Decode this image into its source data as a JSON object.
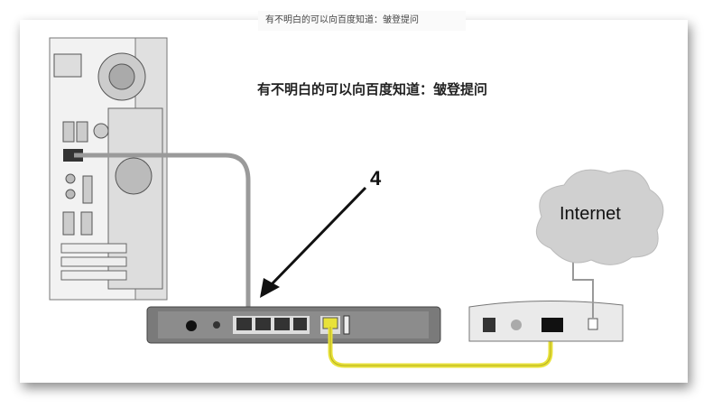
{
  "watermark_text": "有不明白的可以向百度知道：皱登提问",
  "caption_text": "有不明白的可以向百度知道：皱登提问",
  "diagram": {
    "callout_label": "4",
    "cloud_label": "Internet",
    "cable_colors": {
      "lan": "#9a9a9a",
      "wan": "#e8e23a"
    }
  }
}
